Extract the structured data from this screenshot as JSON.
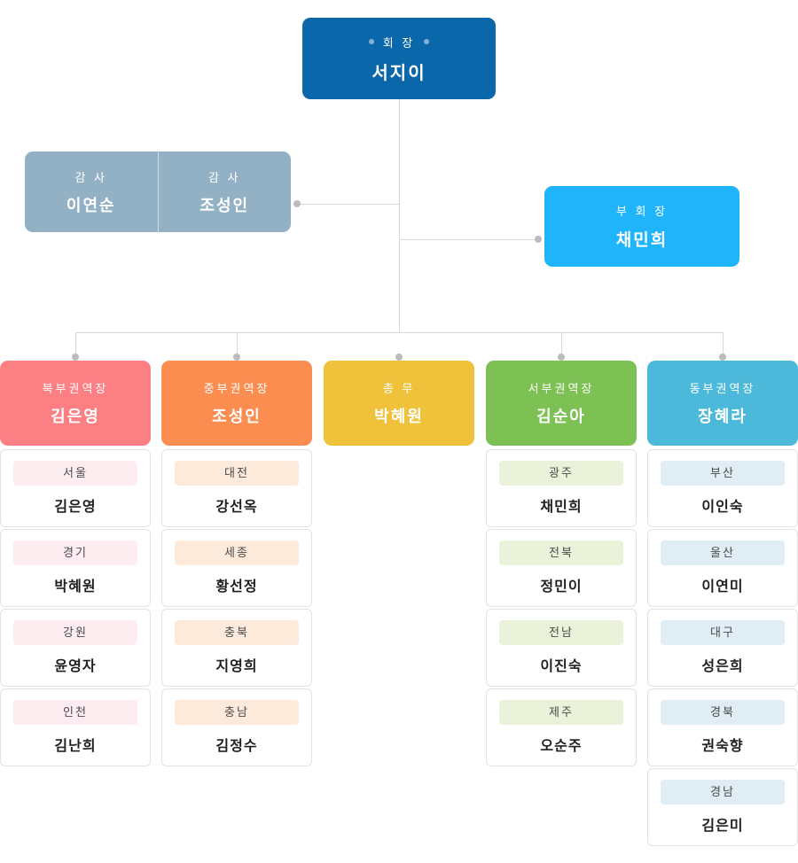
{
  "org": {
    "chairman": {
      "title": "회 장",
      "name": "서지이",
      "color": "#0a68aa"
    },
    "auditors": [
      {
        "title": "감 사",
        "name": "이연순",
        "color": "#93b1c5"
      },
      {
        "title": "감 사",
        "name": "조성인",
        "color": "#93b1c5"
      }
    ],
    "vice_chairman": {
      "title": "부 회 장",
      "name": "채민희",
      "color": "#20b5fb"
    },
    "branches": [
      {
        "title": "북부권역장",
        "name": "김은영",
        "color": "#fc7f84",
        "tint": "#fdedf0",
        "members": [
          {
            "region": "서울",
            "name": "김은영"
          },
          {
            "region": "경기",
            "name": "박혜원"
          },
          {
            "region": "강원",
            "name": "윤영자"
          },
          {
            "region": "인천",
            "name": "김난희"
          }
        ]
      },
      {
        "title": "중부권역장",
        "name": "조성인",
        "color": "#fa8d4f",
        "tint": "#fdeadb",
        "members": [
          {
            "region": "대전",
            "name": "강선옥"
          },
          {
            "region": "세종",
            "name": "황선정"
          },
          {
            "region": "충북",
            "name": "지영희"
          },
          {
            "region": "충남",
            "name": "김정수"
          }
        ]
      },
      {
        "title": "총 무",
        "name": "박혜원",
        "color": "#f0c23c",
        "tint": "",
        "members": []
      },
      {
        "title": "서부권역장",
        "name": "김순아",
        "color": "#7dc154",
        "tint": "#eaf3da",
        "members": [
          {
            "region": "광주",
            "name": "채민희"
          },
          {
            "region": "전북",
            "name": "정민이"
          },
          {
            "region": "전남",
            "name": "이진숙"
          },
          {
            "region": "제주",
            "name": "오순주"
          }
        ]
      },
      {
        "title": "동부권역장",
        "name": "장혜라",
        "color": "#4cb9da",
        "tint": "#e0edf4",
        "members": [
          {
            "region": "부산",
            "name": "이인숙"
          },
          {
            "region": "울산",
            "name": "이연미"
          },
          {
            "region": "대구",
            "name": "성은희"
          },
          {
            "region": "경북",
            "name": "권숙향"
          },
          {
            "region": "경남",
            "name": "김은미"
          }
        ]
      }
    ]
  }
}
